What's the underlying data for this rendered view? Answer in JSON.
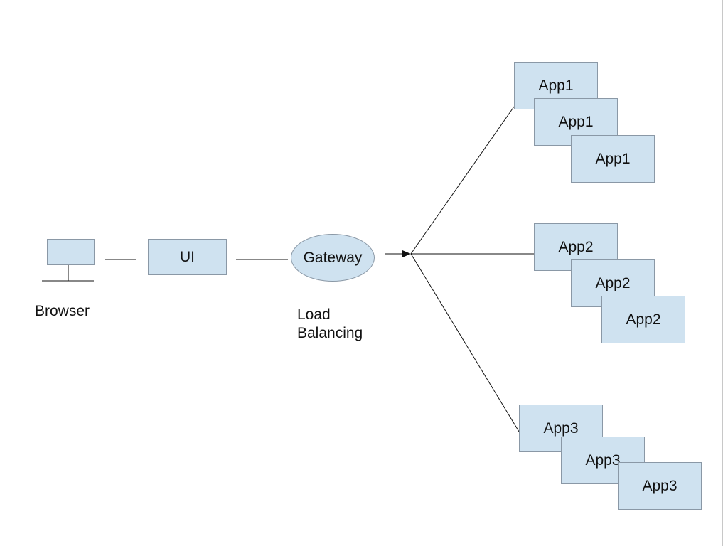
{
  "nodes": {
    "browser_caption": "Browser",
    "ui": "UI",
    "gateway": "Gateway",
    "load_balancing": [
      "Load",
      "Balancing"
    ],
    "app1": [
      "App1",
      "App1",
      "App1"
    ],
    "app2": [
      "App2",
      "App2",
      "App2"
    ],
    "app3": [
      "App3",
      "App3",
      "App3"
    ]
  },
  "colors": {
    "node_fill": "#cfe2f0",
    "node_border": "#8a98a6",
    "line": "#111111"
  },
  "icons": {
    "browser": "monitor-icon"
  }
}
